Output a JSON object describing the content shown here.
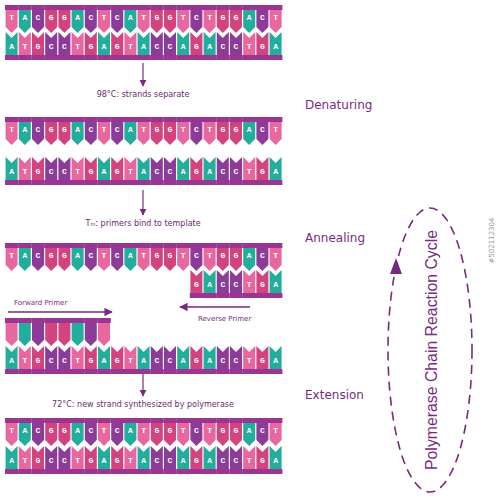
{
  "diagram": {
    "title": "Polymerase Chain Reaction Cycle",
    "labels": [
      "TACGGACTCATGGTCTGGACT",
      "ATGCCTGAGTACCAGACCTGA",
      "98°C: strands separate",
      "Denaturing",
      "TACGGACTCATGGTCTGGACT",
      "ATGCCTGAGTACCAGACCTGA",
      "Tₘ: primers bind to template",
      "Annealing",
      "TACGGACTCATGGTCTGGACT",
      "GACCTGA",
      "Forward Primer",
      "Reverse Primer",
      "ATGCCTGAGTACCAGACCTGA",
      "72°C: new strand synthesized by polymerase",
      "Extension",
      "TACGGACTCATGGTCTGGACT",
      "ATGCCTGAGTACCAGACCTGA",
      "#502112304"
    ]
  }
}
